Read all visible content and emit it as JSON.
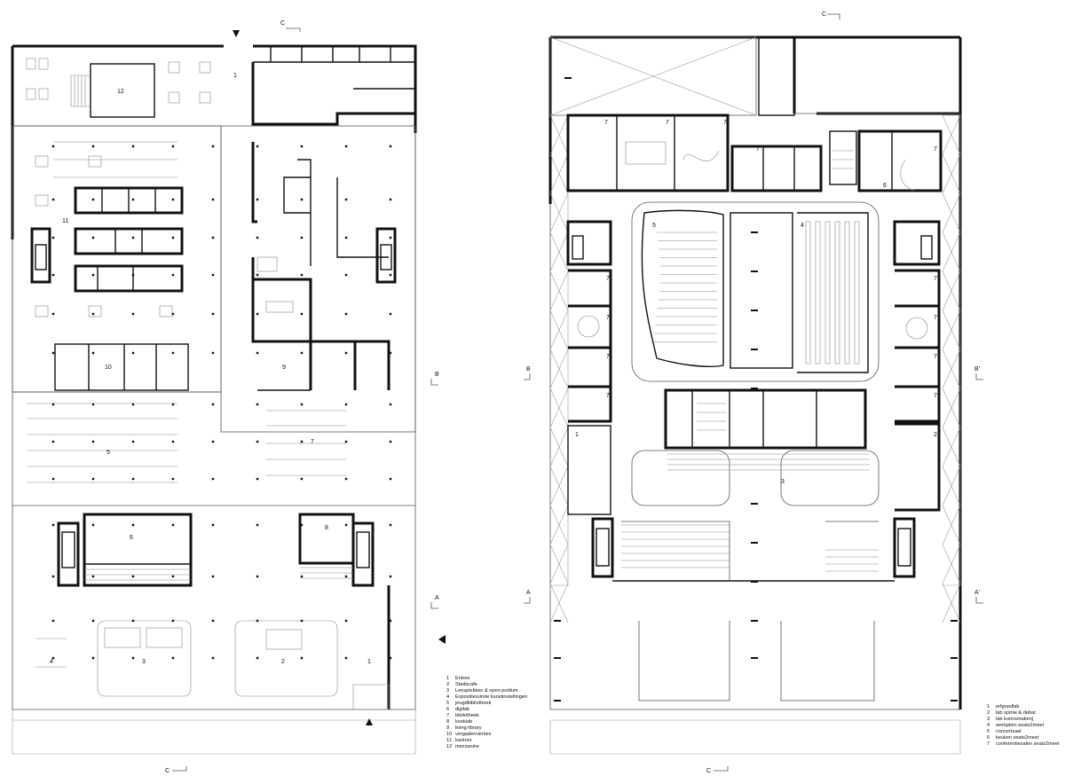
{
  "plan_left": {
    "room_labels": [
      "1",
      "2",
      "3",
      "4",
      "5",
      "6",
      "7",
      "8",
      "9",
      "10",
      "11",
      "12"
    ],
    "section_marks": {
      "top": "C",
      "bottom": "C",
      "right_upper": "B",
      "right_lower": "A"
    },
    "legend": [
      {
        "num": "1",
        "text": "Entree"
      },
      {
        "num": "2",
        "text": "Stadscafe"
      },
      {
        "num": "3",
        "text": "Leesplekken & open podium"
      },
      {
        "num": "4",
        "text": "Expositieruimte kunstinstellingen"
      },
      {
        "num": "5",
        "text": "jeugdbibliotheek"
      },
      {
        "num": "6",
        "text": "digilab"
      },
      {
        "num": "7",
        "text": "bibliotheek"
      },
      {
        "num": "8",
        "text": "kooklab"
      },
      {
        "num": "9",
        "text": "living library"
      },
      {
        "num": "10",
        "text": "vergaderruimtes"
      },
      {
        "num": "11",
        "text": "kantoor"
      },
      {
        "num": "12",
        "text": "mezzanine"
      }
    ]
  },
  "plan_right": {
    "room_labels": [
      "7",
      "7",
      "7",
      "7",
      "7",
      "6",
      "5",
      "4",
      "7",
      "7",
      "7",
      "7",
      "7",
      "7",
      "7",
      "7",
      "1",
      "2",
      "3"
    ],
    "section_marks": {
      "top": "C",
      "bottom": "C",
      "left_upper": "B",
      "right_upper": "B'",
      "left_lower": "A",
      "right_lower": "A'"
    },
    "legend": [
      {
        "num": "1",
        "text": "erfgoedlab"
      },
      {
        "num": "2",
        "text": "lab opinie & debat"
      },
      {
        "num": "3",
        "text": "lab kom/smakerij"
      },
      {
        "num": "4",
        "text": "werkplein seats2meet"
      },
      {
        "num": "5",
        "text": "concertzaal"
      },
      {
        "num": "6",
        "text": "keuken seats2meet"
      },
      {
        "num": "7",
        "text": "conferentiezalen seats2meet"
      }
    ]
  }
}
